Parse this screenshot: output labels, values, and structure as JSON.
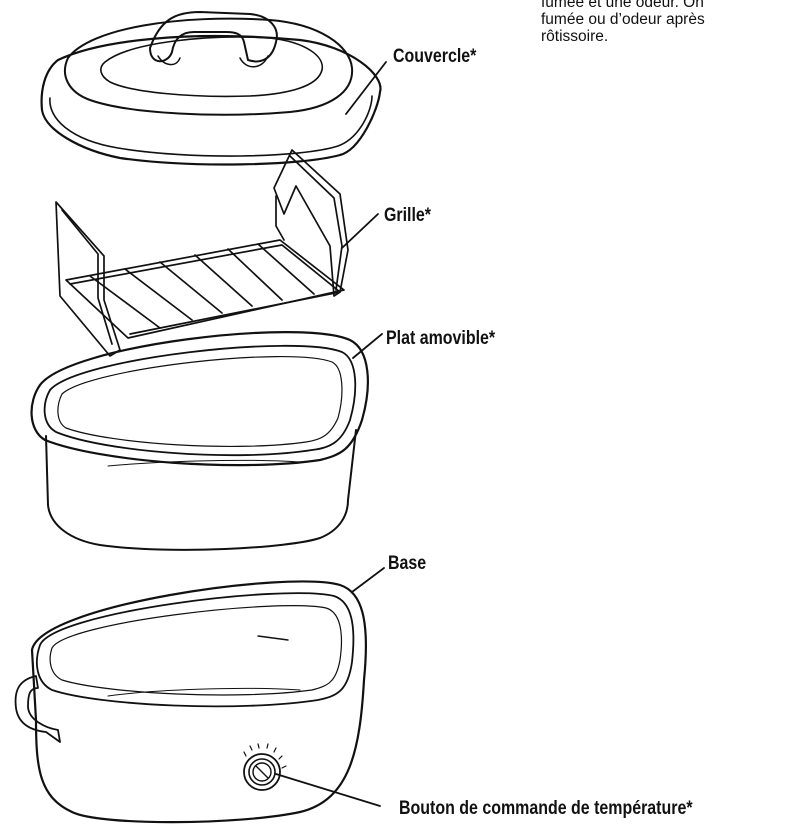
{
  "labels": {
    "lid": "Couvercle*",
    "rack": "Grille*",
    "pan": "Plat amovible*",
    "base": "Base",
    "knob": "Bouton de commande de température*"
  },
  "note_lines": [
    "fumée et une odeur. On",
    "fumée ou d’odeur après",
    "rôtissoire."
  ]
}
